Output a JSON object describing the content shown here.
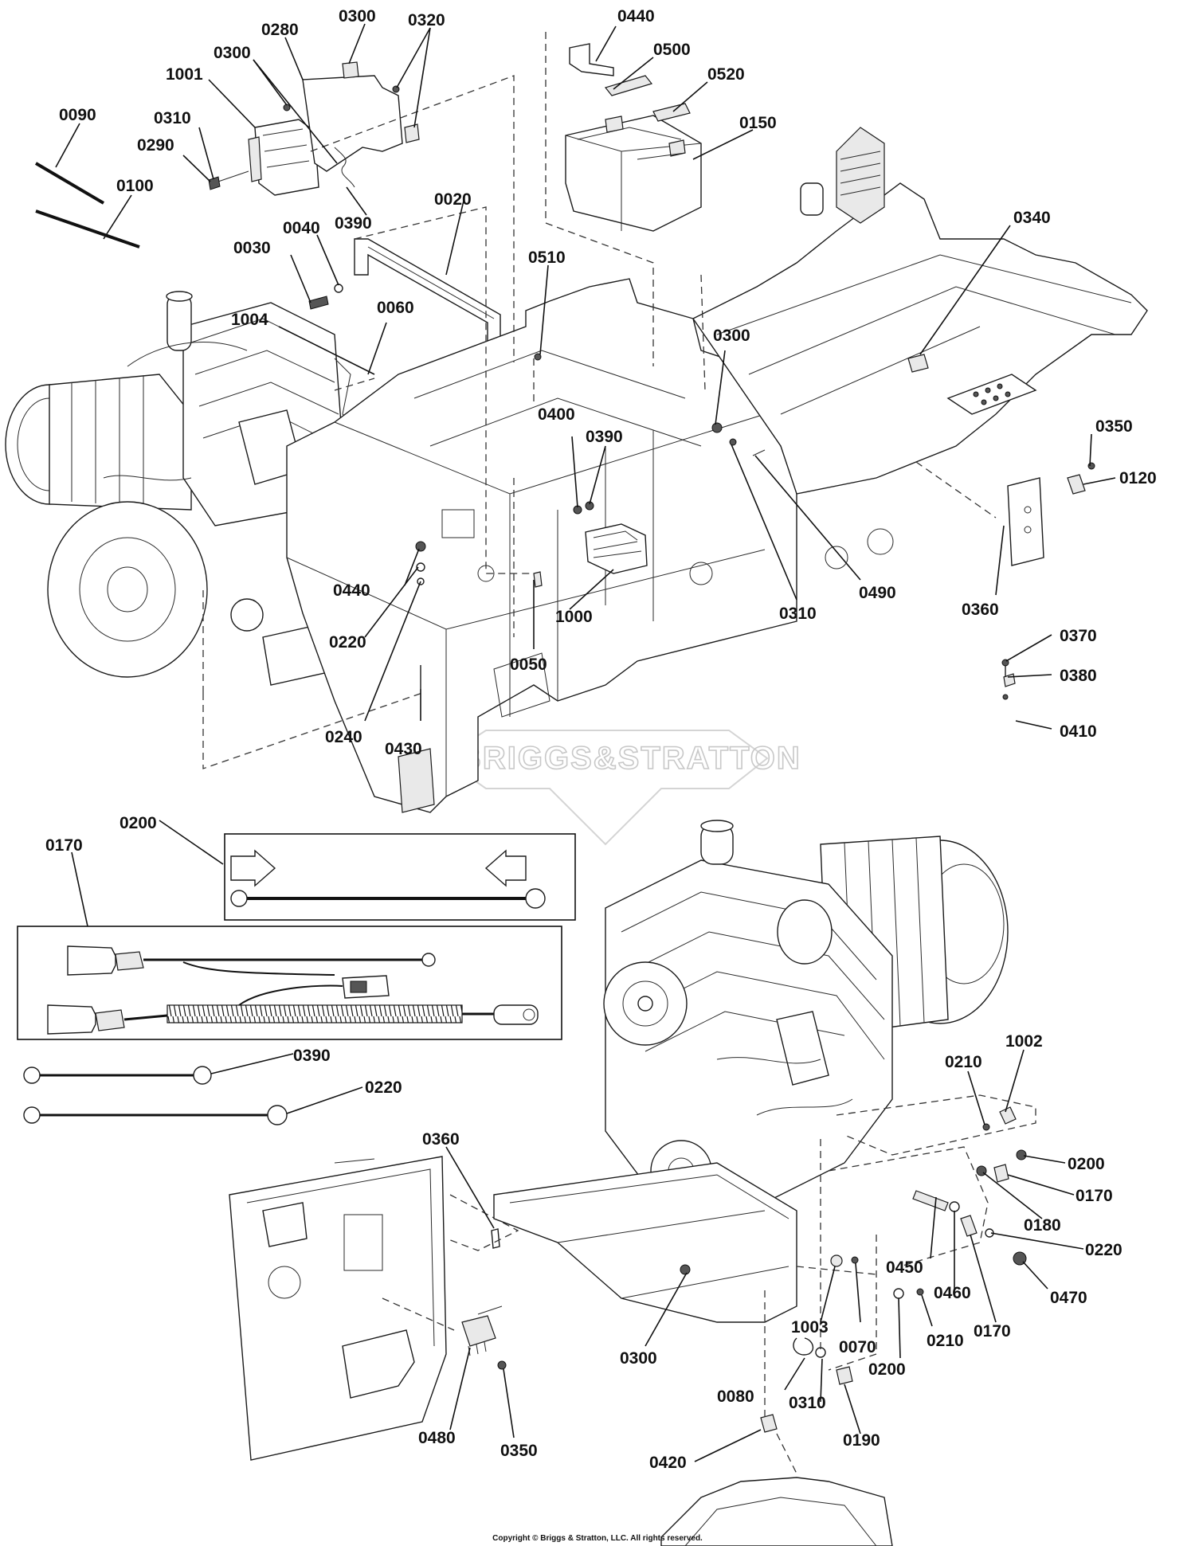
{
  "callouts": [
    {
      "id": "c01",
      "label": "0300"
    },
    {
      "id": "c02",
      "label": "0320"
    },
    {
      "id": "c03",
      "label": "0280"
    },
    {
      "id": "c04",
      "label": "0300"
    },
    {
      "id": "c05",
      "label": "1001"
    },
    {
      "id": "c06",
      "label": "0090"
    },
    {
      "id": "c07",
      "label": "0310"
    },
    {
      "id": "c08",
      "label": "0290"
    },
    {
      "id": "c09",
      "label": "0100"
    },
    {
      "id": "c10",
      "label": "0390"
    },
    {
      "id": "c11",
      "label": "0020"
    },
    {
      "id": "c12",
      "label": "0040"
    },
    {
      "id": "c13",
      "label": "0030"
    },
    {
      "id": "c14",
      "label": "1004"
    },
    {
      "id": "c15",
      "label": "0060"
    },
    {
      "id": "c16",
      "label": "0440"
    },
    {
      "id": "c17",
      "label": "0500"
    },
    {
      "id": "c18",
      "label": "0520"
    },
    {
      "id": "c19",
      "label": "0150"
    },
    {
      "id": "c20",
      "label": "0510"
    },
    {
      "id": "c21",
      "label": "0340"
    },
    {
      "id": "c22",
      "label": "0300"
    },
    {
      "id": "c23",
      "label": "0400"
    },
    {
      "id": "c24",
      "label": "0390"
    },
    {
      "id": "c25",
      "label": "0350"
    },
    {
      "id": "c26",
      "label": "0120"
    },
    {
      "id": "c27",
      "label": "0440"
    },
    {
      "id": "c28",
      "label": "0220"
    },
    {
      "id": "c29",
      "label": "1000"
    },
    {
      "id": "c30",
      "label": "0310"
    },
    {
      "id": "c31",
      "label": "0490"
    },
    {
      "id": "c32",
      "label": "0360"
    },
    {
      "id": "c33",
      "label": "0370"
    },
    {
      "id": "c34",
      "label": "0380"
    },
    {
      "id": "c35",
      "label": "0410"
    },
    {
      "id": "c36",
      "label": "0050"
    },
    {
      "id": "c37",
      "label": "0240"
    },
    {
      "id": "c38",
      "label": "0430"
    },
    {
      "id": "c39",
      "label": "0200"
    },
    {
      "id": "c40",
      "label": "0170"
    },
    {
      "id": "c41",
      "label": "0390"
    },
    {
      "id": "c42",
      "label": "0220"
    },
    {
      "id": "c43",
      "label": "0360"
    },
    {
      "id": "c44",
      "label": "0210"
    },
    {
      "id": "c45",
      "label": "1002"
    },
    {
      "id": "c46",
      "label": "0200"
    },
    {
      "id": "c47",
      "label": "0170"
    },
    {
      "id": "c48",
      "label": "0180"
    },
    {
      "id": "c49",
      "label": "0220"
    },
    {
      "id": "c50",
      "label": "0450"
    },
    {
      "id": "c51",
      "label": "0460"
    },
    {
      "id": "c52",
      "label": "0470"
    },
    {
      "id": "c53",
      "label": "0170"
    },
    {
      "id": "c54",
      "label": "0300"
    },
    {
      "id": "c55",
      "label": "1003"
    },
    {
      "id": "c56",
      "label": "0070"
    },
    {
      "id": "c57",
      "label": "0210"
    },
    {
      "id": "c58",
      "label": "0200"
    },
    {
      "id": "c59",
      "label": "0080"
    },
    {
      "id": "c60",
      "label": "0310"
    },
    {
      "id": "c61",
      "label": "0190"
    },
    {
      "id": "c62",
      "label": "0420"
    },
    {
      "id": "c63",
      "label": "0480"
    },
    {
      "id": "c64",
      "label": "0350"
    }
  ],
  "watermark": {
    "text": "BRIGGS&STRATTON"
  },
  "copyright": "Copyright © Briggs & Stratton, LLC. All rights reserved.",
  "colors": {
    "line": "#111111",
    "background": "#ffffff",
    "watermark": "#c8c8c8"
  }
}
